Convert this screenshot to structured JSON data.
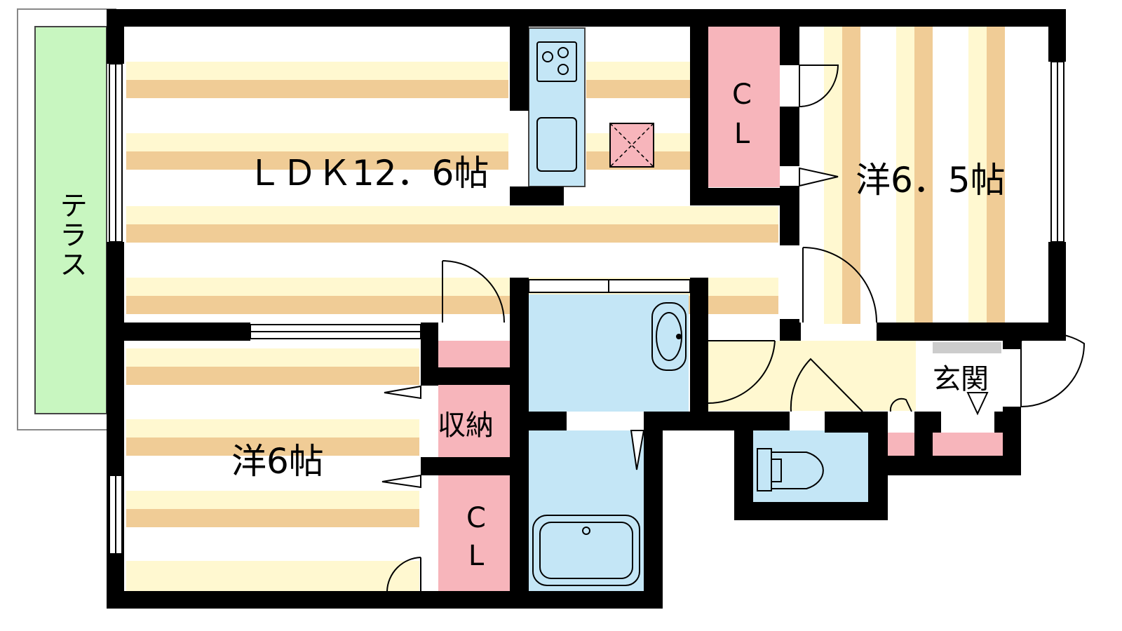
{
  "rooms": {
    "terrace": "テラス",
    "ldk": "ＬＤＫ12．6帖",
    "cl_top": [
      "C",
      "L"
    ],
    "western_65": "洋6．5帖",
    "western_6": "洋6帖",
    "storage": "収納",
    "cl_bottom": [
      "C",
      "L"
    ],
    "entrance": "玄関"
  },
  "colors": {
    "wall": "#000000",
    "floor_cream": "#fff8d0",
    "floor_stripe": "#f0cc96",
    "terrace": "#c8f6c0",
    "closet": "#f7b5bb",
    "water": "#c4e6f6",
    "hall": "#fff8d0",
    "vent": "#f7b5bb"
  },
  "icons": {
    "stove": "stove-icon",
    "sink": "kitchen-sink-icon",
    "washbasin": "washbasin-icon",
    "bathtub": "bathtub-icon",
    "toilet": "toilet-icon",
    "vent": "ventilation-icon"
  }
}
